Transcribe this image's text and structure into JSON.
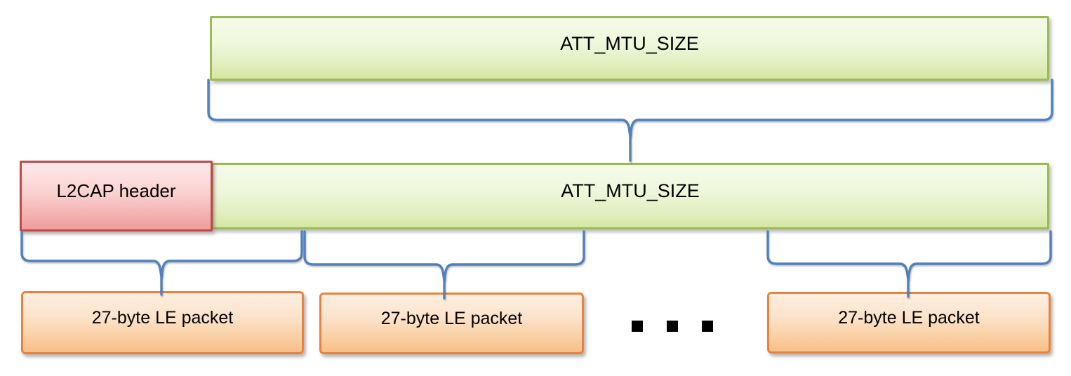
{
  "colors": {
    "green_border": "#9BBB59",
    "red_border": "#BE4B48",
    "orange_border": "#E9833C",
    "brace_color": "#4F81BD",
    "text_color": "#000000"
  },
  "boxes": {
    "top_mtu": {
      "label": "ATT_MTU_SIZE"
    },
    "l2cap": {
      "label": "L2CAP header"
    },
    "middle_mtu": {
      "label": "ATT_MTU_SIZE"
    }
  },
  "packets": [
    {
      "label": "27-byte LE packet"
    },
    {
      "label": "27-byte LE packet"
    },
    {
      "label": "27-byte LE packet"
    }
  ],
  "ellipsis": {
    "dot_count": 3
  }
}
